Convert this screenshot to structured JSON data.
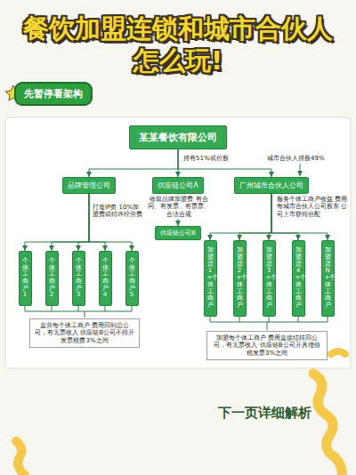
{
  "diagram": {
    "title": "餐饮加盟连锁和城市合伙人 怎么玩!",
    "nodes": [
      {
        "text": [
          "先暂停看架构"
        ]
      },
      {
        "text": [
          "某某餐饮有限公司"
        ]
      },
      {
        "text": [
          "品牌管理公司"
        ]
      },
      {
        "text": [
          "供应链公司A"
        ]
      },
      {
        "text": [
          "广州城市合伙人公司"
        ]
      },
      {
        "text": [
          "供应链公司B"
        ]
      },
      {
        "text": [
          "个体工商户1"
        ]
      },
      {
        "text": [
          "个体工商户2"
        ]
      },
      {
        "text": [
          "个体工商户3"
        ]
      },
      {
        "text": [
          "个体工商户4"
        ]
      },
      {
        "text": [
          "个体工商户5"
        ]
      },
      {
        "text": [
          "加盟店1+个体工商户"
        ]
      },
      {
        "text": [
          "加盟店2+个体工商户"
        ]
      },
      {
        "text": [
          "加盟店3+个体工商户"
        ]
      },
      {
        "text": [
          "加盟店4+个体工商户"
        ]
      },
      {
        "text": [
          "加盟店N+个体工商户"
        ]
      },
      {
        "text": [
          "直营每个体工商户 费用回到总公司，有无票收入 供应链B公司不得开发票税费3%之间"
        ]
      },
      {
        "text": [
          "加盟每个体工商户 费用直接结转回公司，有无票收入 供应链B公司开具增值税发票3%之间"
        ]
      }
    ],
    "edges": [
      {
        "from": 1,
        "to": 2,
        "arrow": "to"
      },
      {
        "from": 1,
        "to": 3,
        "arrow": "to"
      },
      {
        "from": 1,
        "to": 4,
        "arrow": "to"
      },
      {
        "from": 3,
        "to": 5,
        "arrow": "to"
      },
      {
        "from": 2,
        "to": 6,
        "arrow": "to"
      },
      {
        "from": 2,
        "to": 7,
        "arrow": "to"
      },
      {
        "from": 2,
        "to": 8,
        "arrow": "to"
      },
      {
        "from": 2,
        "to": 9,
        "arrow": "to"
      },
      {
        "from": 2,
        "to": 10,
        "arrow": "to"
      },
      {
        "from": 4,
        "to": 11,
        "arrow": "to"
      },
      {
        "from": 4,
        "to": 12,
        "arrow": "to"
      },
      {
        "from": 4,
        "to": 13,
        "arrow": "to"
      },
      {
        "from": 4,
        "to": 14,
        "arrow": "to"
      },
      {
        "from": 4,
        "to": 15,
        "arrow": "to"
      }
    ],
    "labels": [
      "持有51%或控股",
      "城市合伙人持股49%",
      "打造IP类 10%加盟费或特许经营费",
      "收取品牌加盟费 有合同、有发票、有票票、合法合规",
      "服务个体工商户收益 费用每城市合伙人公司股东 公司上市获得分配",
      "下一页详细解析"
    ]
  }
}
